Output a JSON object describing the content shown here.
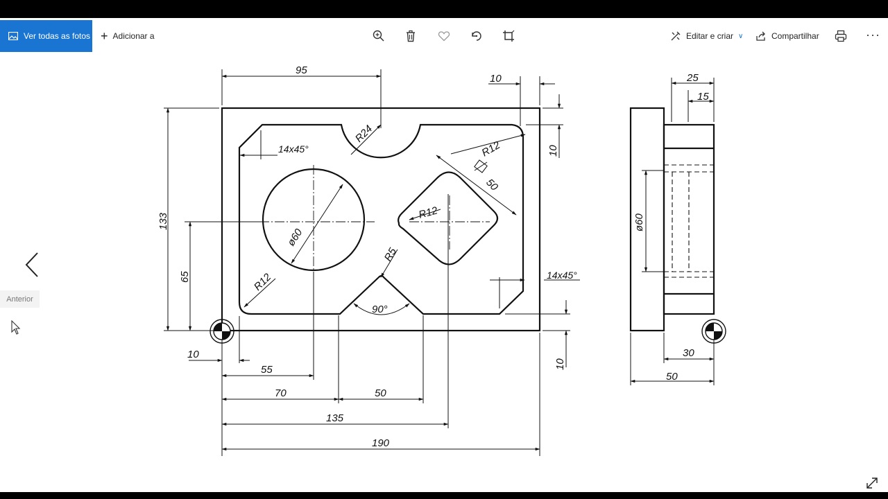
{
  "toolbar": {
    "see_all_label": "Ver todas as fotos",
    "add_label": "Adicionar a",
    "edit_label": "Editar e criar",
    "share_label": "Compartilhar",
    "more_label": "···",
    "icons": [
      "photos-icon",
      "plus-icon",
      "zoom-icon",
      "trash-icon",
      "favorite-icon",
      "rotate-icon",
      "crop-icon",
      "edit-icon",
      "share-icon",
      "print-icon",
      "more-icon"
    ]
  },
  "navigation": {
    "previous_tooltip": "Anterior"
  },
  "drawing": {
    "dims": {
      "d95": "95",
      "d10_top": "10",
      "d25": "25",
      "d15": "15",
      "d10_right": "10",
      "d133": "133",
      "d65": "65",
      "d10_left": "10",
      "d55": "55",
      "d70": "70",
      "d50_bottom": "50",
      "d135": "135",
      "d190": "190",
      "d10_bottom_right": "10",
      "d30": "30",
      "d50_side": "50",
      "d50_diag": "50"
    },
    "labels": {
      "r24": "R24",
      "chamfer_top": "14x45°",
      "r12_top": "R12",
      "r12_diamond": "R12",
      "dia60": "ø60",
      "r5": "R5",
      "r12_bottom": "R12",
      "angle90": "90°",
      "chamfer_right": "14x45°",
      "dia60_side": "ø60"
    }
  }
}
